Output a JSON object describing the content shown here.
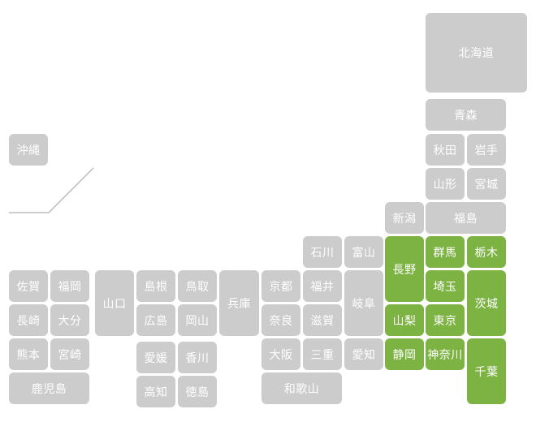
{
  "colors": {
    "default_fill": "#cccccc",
    "selected_fill": "#7cb342",
    "label_text": "#ffffff",
    "divider_line": "#bdbdbd"
  },
  "prefectures": [
    {
      "id": "hokkaido",
      "label": "北海道",
      "selected": false
    },
    {
      "id": "aomori",
      "label": "青森",
      "selected": false
    },
    {
      "id": "akita",
      "label": "秋田",
      "selected": false
    },
    {
      "id": "iwate",
      "label": "岩手",
      "selected": false
    },
    {
      "id": "yamagata",
      "label": "山形",
      "selected": false
    },
    {
      "id": "miyagi",
      "label": "宮城",
      "selected": false
    },
    {
      "id": "niigata",
      "label": "新潟",
      "selected": false
    },
    {
      "id": "fukushima",
      "label": "福島",
      "selected": false
    },
    {
      "id": "ishikawa",
      "label": "石川",
      "selected": false
    },
    {
      "id": "toyama",
      "label": "富山",
      "selected": false
    },
    {
      "id": "nagano",
      "label": "長野",
      "selected": true
    },
    {
      "id": "gunma",
      "label": "群馬",
      "selected": true
    },
    {
      "id": "tochigi",
      "label": "栃木",
      "selected": true
    },
    {
      "id": "fukui",
      "label": "福井",
      "selected": false
    },
    {
      "id": "gifu",
      "label": "岐阜",
      "selected": false
    },
    {
      "id": "saitama",
      "label": "埼玉",
      "selected": true
    },
    {
      "id": "ibaraki",
      "label": "茨城",
      "selected": true
    },
    {
      "id": "yamanashi",
      "label": "山梨",
      "selected": true
    },
    {
      "id": "tokyo",
      "label": "東京",
      "selected": true
    },
    {
      "id": "shizuoka",
      "label": "静岡",
      "selected": true
    },
    {
      "id": "kanagawa",
      "label": "神奈川",
      "selected": true
    },
    {
      "id": "chiba",
      "label": "千葉",
      "selected": true
    },
    {
      "id": "kyoto",
      "label": "京都",
      "selected": false
    },
    {
      "id": "shiga",
      "label": "滋賀",
      "selected": false
    },
    {
      "id": "nara",
      "label": "奈良",
      "selected": false
    },
    {
      "id": "osaka",
      "label": "大阪",
      "selected": false
    },
    {
      "id": "mie",
      "label": "三重",
      "selected": false
    },
    {
      "id": "aichi",
      "label": "愛知",
      "selected": false
    },
    {
      "id": "wakayama",
      "label": "和歌山",
      "selected": false
    },
    {
      "id": "hyogo",
      "label": "兵庫",
      "selected": false
    },
    {
      "id": "shimane",
      "label": "島根",
      "selected": false
    },
    {
      "id": "tottori",
      "label": "鳥取",
      "selected": false
    },
    {
      "id": "hiroshima",
      "label": "広島",
      "selected": false
    },
    {
      "id": "okayama",
      "label": "岡山",
      "selected": false
    },
    {
      "id": "yamaguchi",
      "label": "山口",
      "selected": false
    },
    {
      "id": "ehime",
      "label": "愛媛",
      "selected": false
    },
    {
      "id": "kagawa",
      "label": "香川",
      "selected": false
    },
    {
      "id": "kochi",
      "label": "高知",
      "selected": false
    },
    {
      "id": "tokushima",
      "label": "徳島",
      "selected": false
    },
    {
      "id": "saga",
      "label": "佐賀",
      "selected": false
    },
    {
      "id": "fukuoka",
      "label": "福岡",
      "selected": false
    },
    {
      "id": "nagasaki",
      "label": "長崎",
      "selected": false
    },
    {
      "id": "oita",
      "label": "大分",
      "selected": false
    },
    {
      "id": "kumamoto",
      "label": "熊本",
      "selected": false
    },
    {
      "id": "miyazaki",
      "label": "宮崎",
      "selected": false
    },
    {
      "id": "kagoshima",
      "label": "鹿児島",
      "selected": false
    },
    {
      "id": "okinawa",
      "label": "沖縄",
      "selected": false
    }
  ]
}
